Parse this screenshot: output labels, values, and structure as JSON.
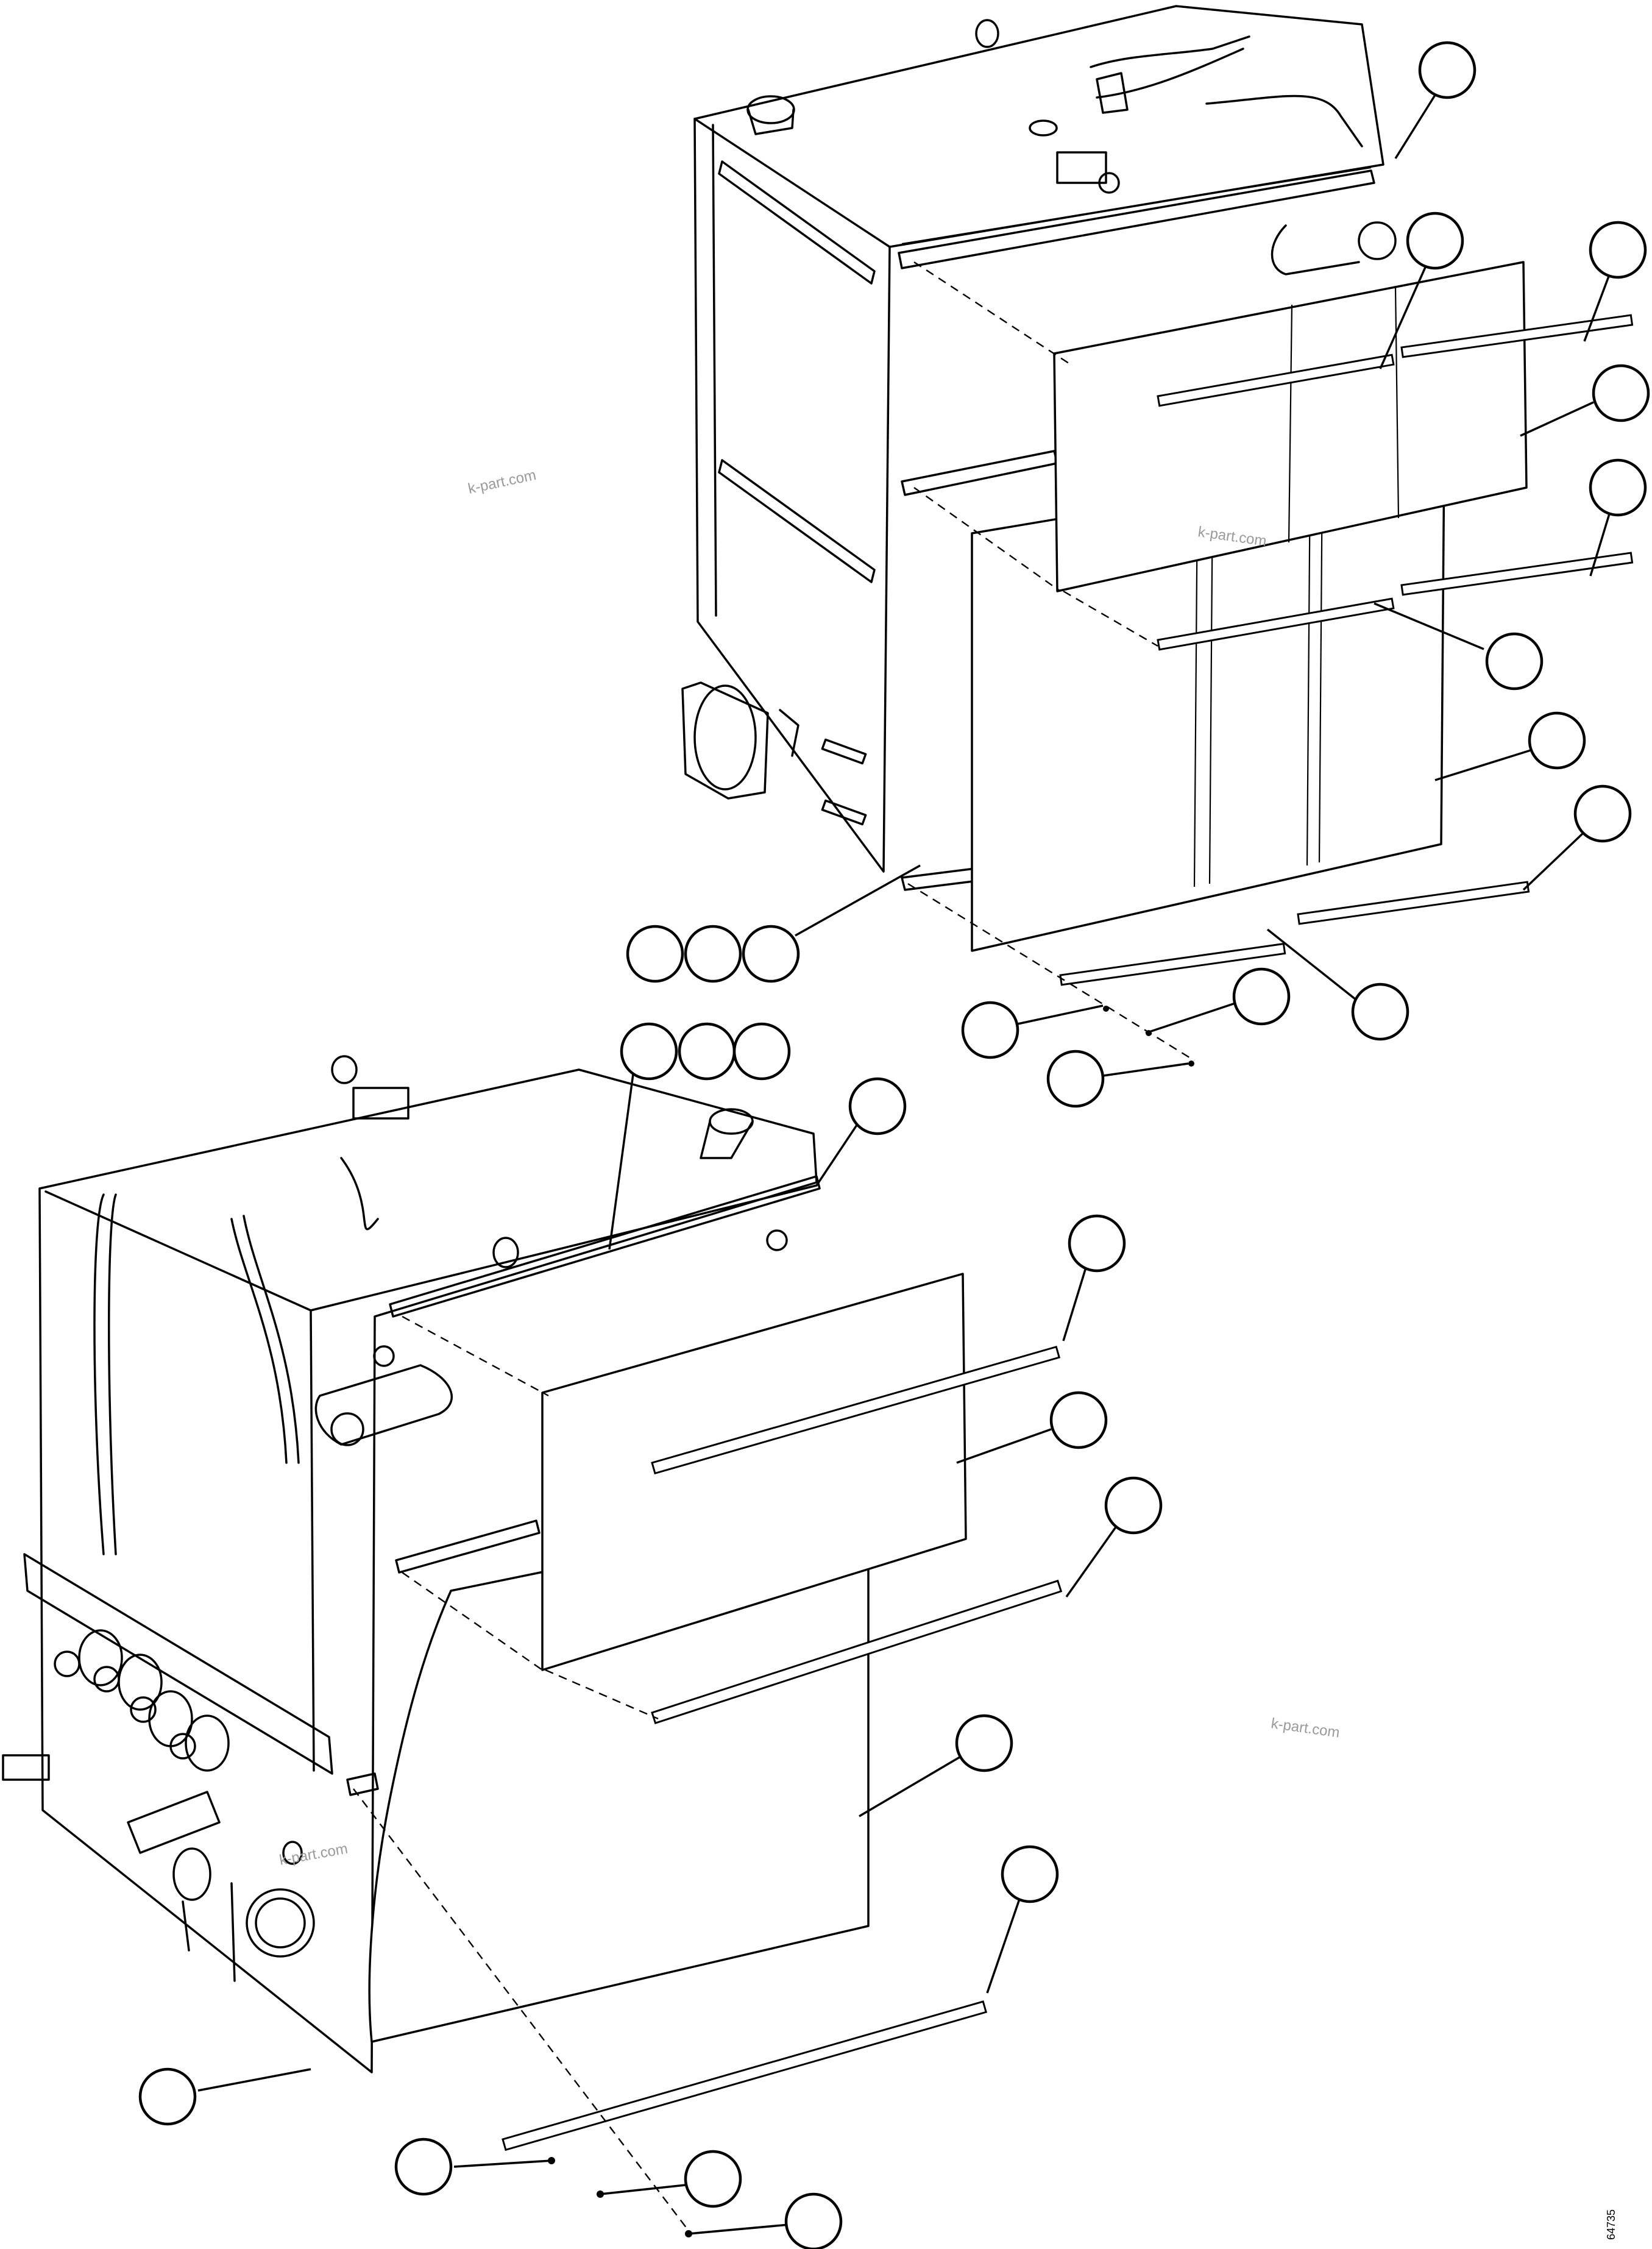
{
  "watermark": {
    "text_1": "k-part.com",
    "text_2": "k-part.com",
    "text_3": "k-part.com",
    "text_4": "k-part.com"
  },
  "drawing_code": "64735",
  "callouts": {
    "count": 28,
    "labels": []
  }
}
